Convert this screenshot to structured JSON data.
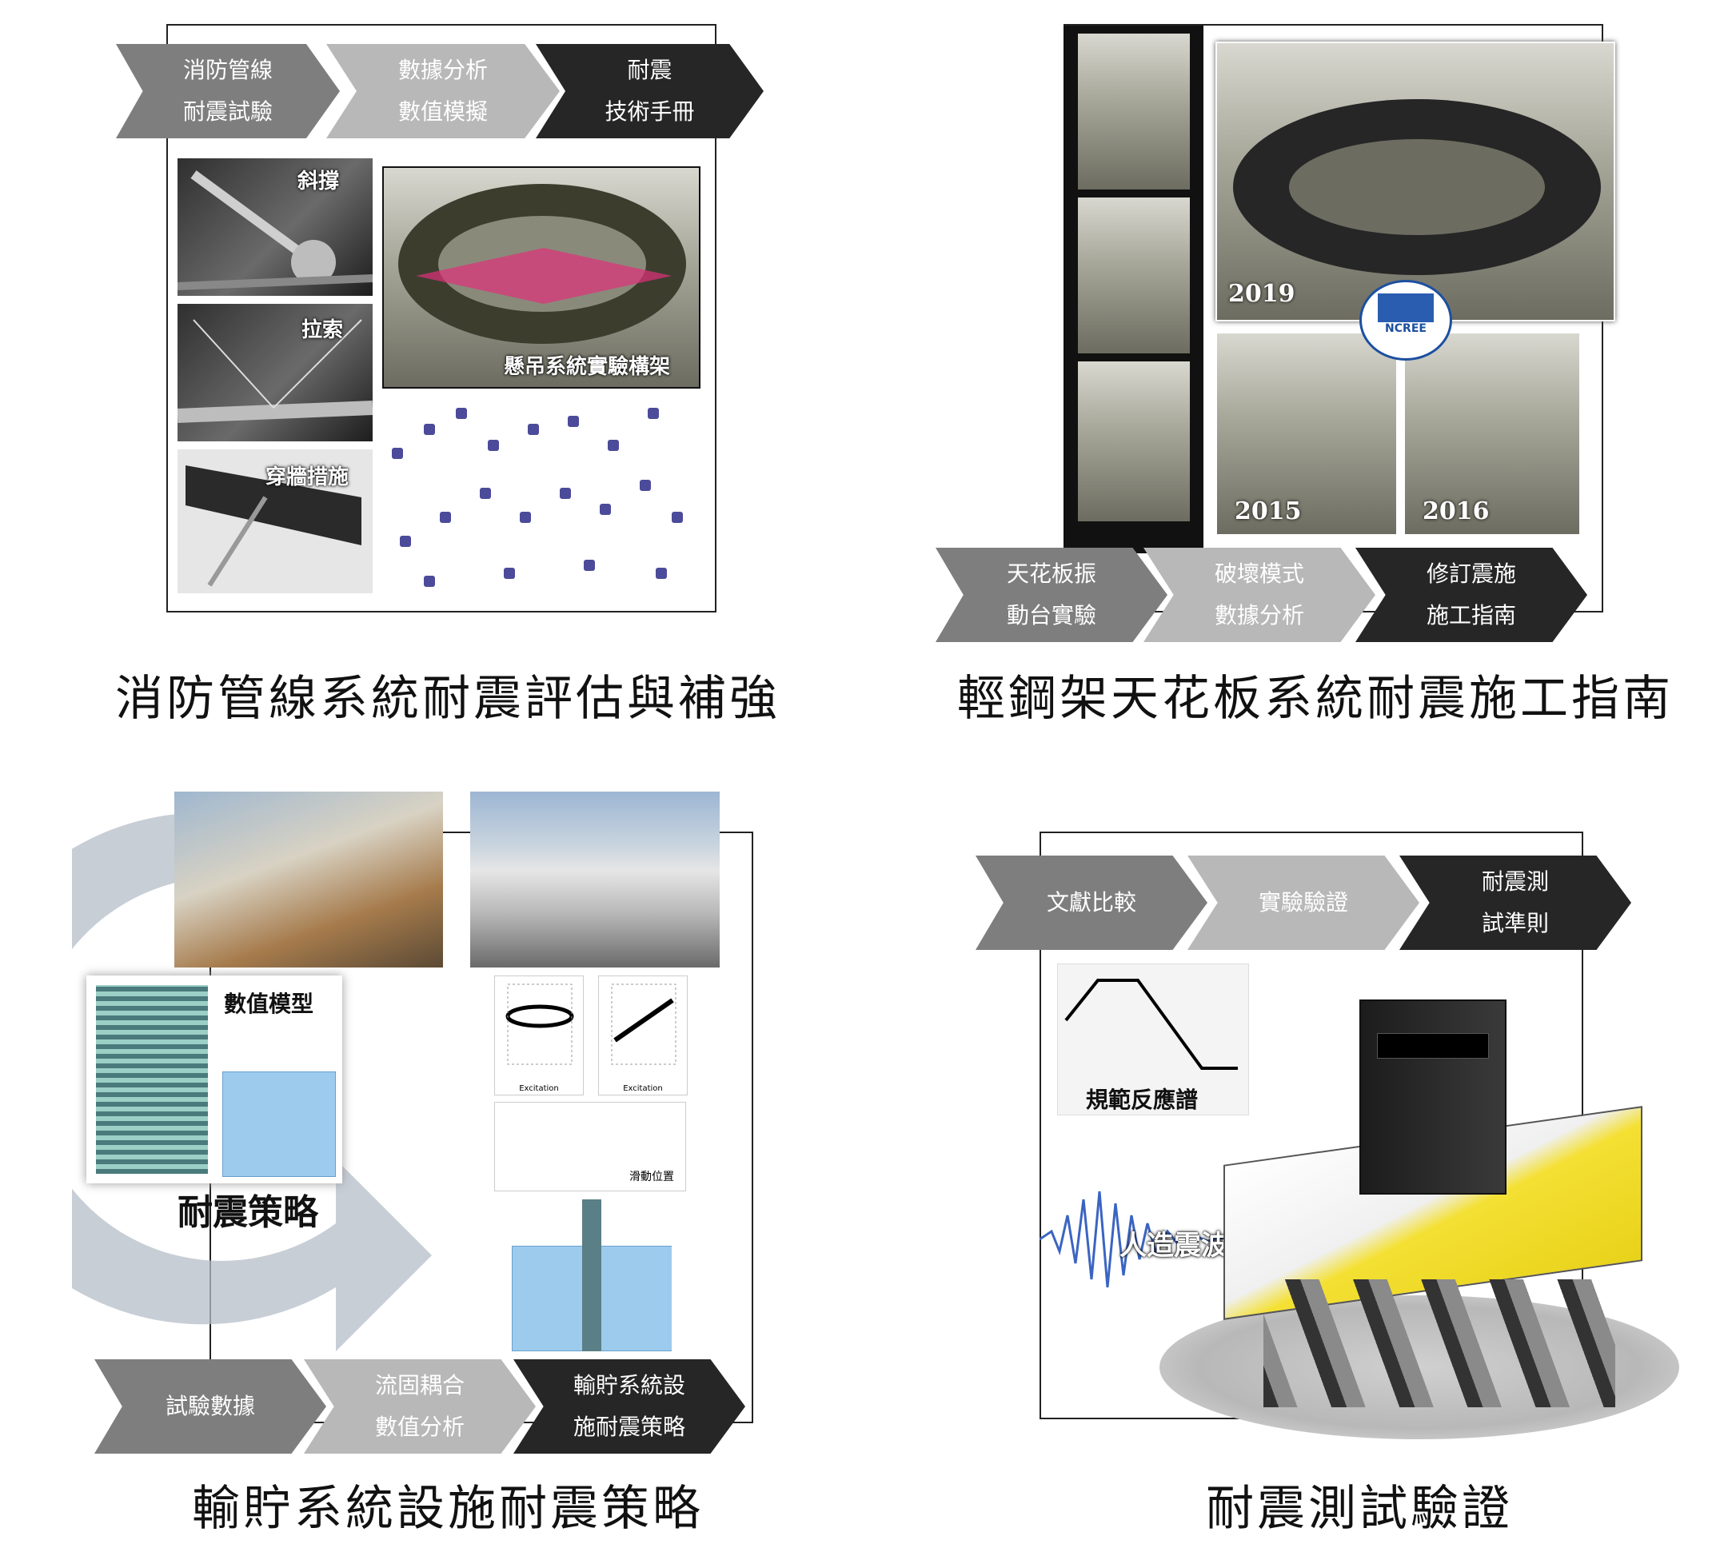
{
  "top_left": {
    "steps": [
      {
        "line1": "消防管線",
        "line2": "耐震試驗"
      },
      {
        "line1": "數據分析",
        "line2": "數值模擬"
      },
      {
        "line1": "耐震",
        "line2": "技術手冊"
      }
    ],
    "labels": {
      "brace": "斜撐",
      "cable": "拉索",
      "wall": "穿牆措施",
      "frame": "懸吊系統實驗構架"
    },
    "title": "消防管線系統耐震評估與補強"
  },
  "top_right": {
    "years": {
      "y2019": "2019",
      "y2015": "2015",
      "y2016": "2016"
    },
    "logo": "NCREE",
    "steps": [
      {
        "line1": "天花板振",
        "line2": "動台實驗"
      },
      {
        "line1": "破壞模式",
        "line2": "數據分析"
      },
      {
        "line1": "修訂震施",
        "line2": "施工指南"
      }
    ],
    "title": "輕鋼架天花板系統耐震施工指南"
  },
  "bottom_left": {
    "labels": {
      "model": "數值模型",
      "strategy": "耐震策略",
      "excitation1": "Excitation",
      "excitation2": "Excitation",
      "sliding": "滑動位置"
    },
    "steps": [
      {
        "line1": "試驗數據",
        "line2": ""
      },
      {
        "line1": "流固耦合",
        "line2": "數值分析"
      },
      {
        "line1": "輸貯系統設",
        "line2": "施耐震策略"
      }
    ],
    "title": "輸貯系統設施耐震策略"
  },
  "bottom_right": {
    "steps": [
      {
        "line1": "文獻比較",
        "line2": ""
      },
      {
        "line1": "實驗驗證",
        "line2": ""
      },
      {
        "line1": "耐震測",
        "line2": "試準則"
      }
    ],
    "labels": {
      "spectrum": "規範反應譜",
      "wave": "人造震波"
    },
    "title": "耐震測試驗證"
  }
}
